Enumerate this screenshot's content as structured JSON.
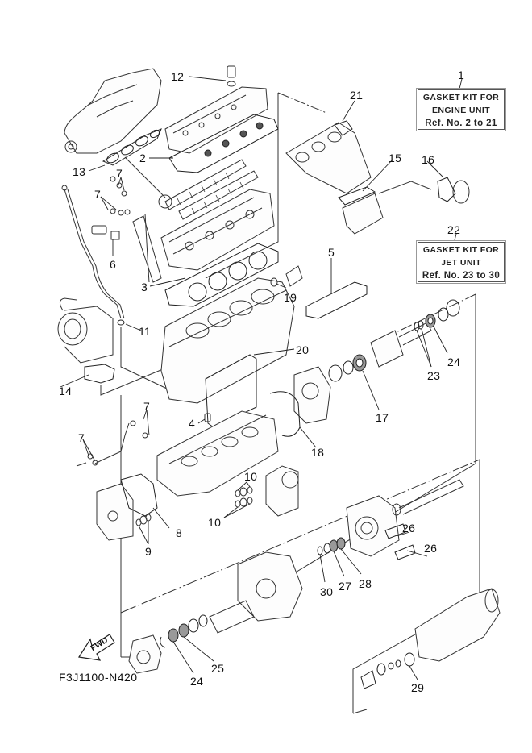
{
  "diagram": {
    "title": "Engine & Jet Unit Gasket Kit exploded view",
    "drawing_code": "F3J1100-N420",
    "fwd_label": "FWD",
    "kits": [
      {
        "ref": "1",
        "line1": "GASKET KIT FOR",
        "line2": "ENGINE UNIT",
        "line3": "Ref. No. 2 to 21"
      },
      {
        "ref": "22",
        "line1": "GASKET KIT FOR",
        "line2": "JET UNIT",
        "line3": "Ref. No. 23 to 30"
      }
    ],
    "callouts": [
      {
        "id": "c12",
        "label": "12"
      },
      {
        "id": "c2",
        "label": "2"
      },
      {
        "id": "c13",
        "label": "13"
      },
      {
        "id": "c7a",
        "label": "7"
      },
      {
        "id": "c7b",
        "label": "7"
      },
      {
        "id": "c6",
        "label": "6"
      },
      {
        "id": "c3",
        "label": "3"
      },
      {
        "id": "c11",
        "label": "11"
      },
      {
        "id": "c14",
        "label": "14"
      },
      {
        "id": "c21",
        "label": "21"
      },
      {
        "id": "c15",
        "label": "15"
      },
      {
        "id": "c16",
        "label": "16"
      },
      {
        "id": "c5",
        "label": "5"
      },
      {
        "id": "c19",
        "label": "19"
      },
      {
        "id": "c20",
        "label": "20"
      },
      {
        "id": "c24a",
        "label": "24"
      },
      {
        "id": "c23",
        "label": "23"
      },
      {
        "id": "c17",
        "label": "17"
      },
      {
        "id": "c18",
        "label": "18"
      },
      {
        "id": "c4",
        "label": "4"
      },
      {
        "id": "c7c",
        "label": "7"
      },
      {
        "id": "c7d",
        "label": "7"
      },
      {
        "id": "c8",
        "label": "8"
      },
      {
        "id": "c9",
        "label": "9"
      },
      {
        "id": "c10a",
        "label": "10"
      },
      {
        "id": "c10b",
        "label": "10"
      },
      {
        "id": "c26a",
        "label": "26"
      },
      {
        "id": "c26b",
        "label": "26"
      },
      {
        "id": "c30",
        "label": "30"
      },
      {
        "id": "c27",
        "label": "27"
      },
      {
        "id": "c28",
        "label": "28"
      },
      {
        "id": "c25",
        "label": "25"
      },
      {
        "id": "c24b",
        "label": "24"
      },
      {
        "id": "c29",
        "label": "29"
      }
    ]
  }
}
